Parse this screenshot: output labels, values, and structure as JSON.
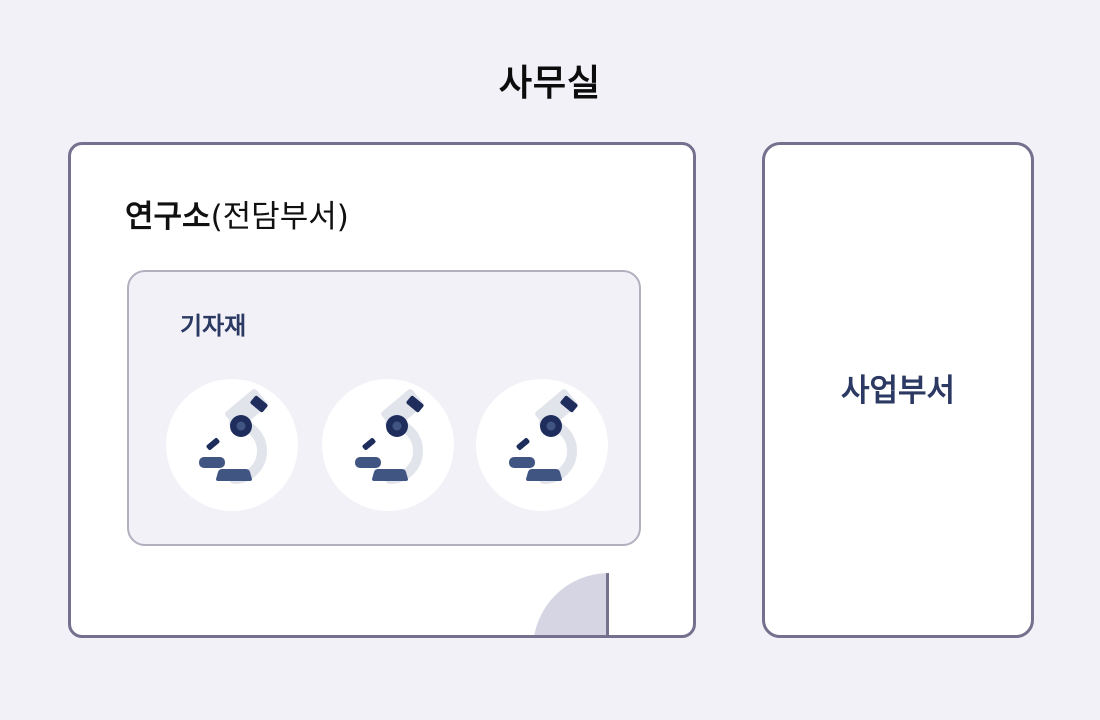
{
  "office": {
    "title": "사무실"
  },
  "lab": {
    "label_main": "연구소",
    "label_sub": "(전담부서)",
    "equipment": {
      "label": "기자재",
      "items": [
        {
          "icon": "microscope-icon"
        },
        {
          "icon": "microscope-icon"
        },
        {
          "icon": "microscope-icon"
        }
      ]
    }
  },
  "business_dept": {
    "label": "사업부서"
  },
  "colors": {
    "background": "#f1f1f7",
    "room_border": "#76708f",
    "equipment_border": "#b0b0bf",
    "label_navy": "#2c3a63",
    "door": "#d6d5e3",
    "microscope_dark": "#1f2d5c",
    "microscope_mid": "#415583",
    "microscope_light": "#e2e4ec"
  }
}
